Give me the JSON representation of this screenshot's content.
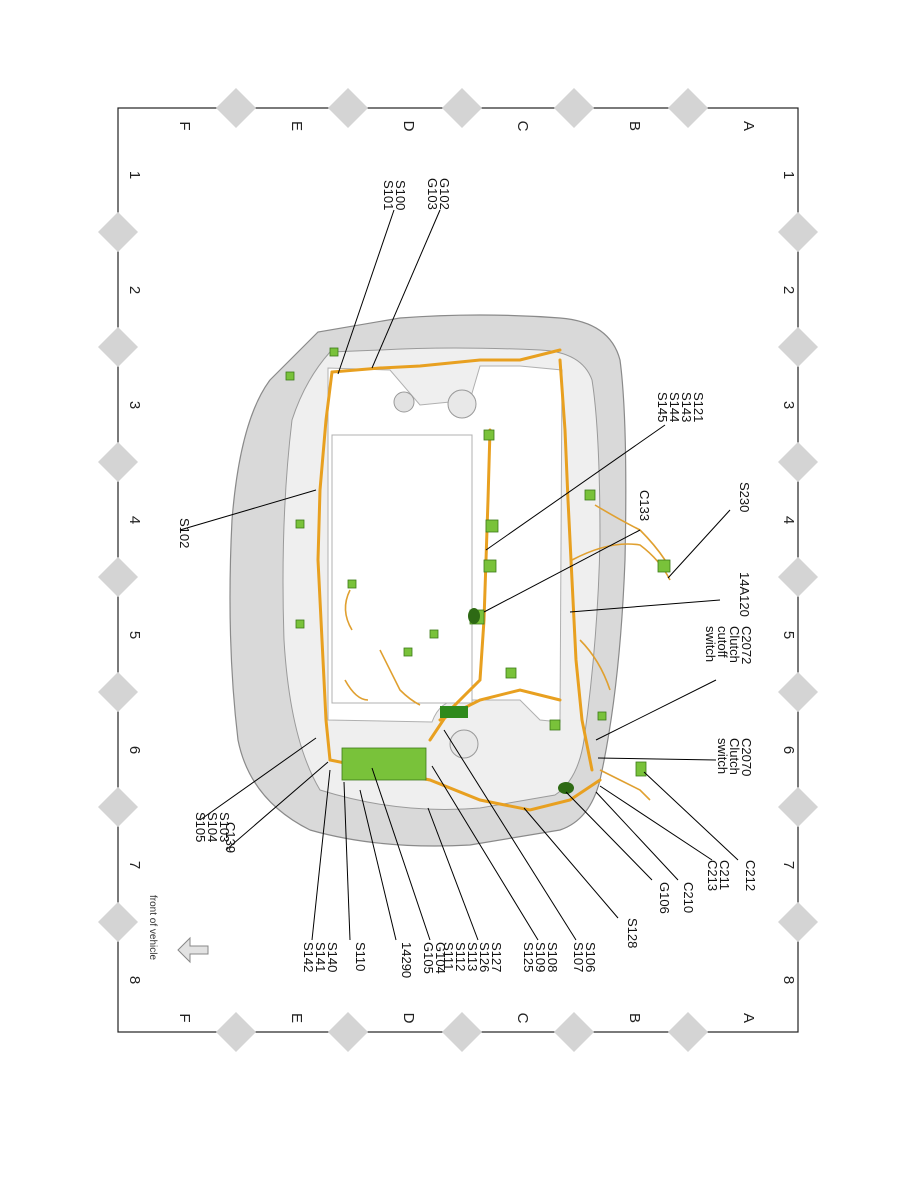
{
  "grid": {
    "row_letters": [
      "A",
      "B",
      "C",
      "D",
      "E",
      "F"
    ],
    "column_numbers": [
      "1",
      "2",
      "3",
      "4",
      "5",
      "6",
      "7",
      "8"
    ]
  },
  "front_label": "front of vehicle",
  "callouts": [
    {
      "id": "g102",
      "lines": [
        "G102",
        "G103"
      ]
    },
    {
      "id": "s100",
      "lines": [
        "S100",
        "S101"
      ]
    },
    {
      "id": "s121",
      "lines": [
        "S121",
        "S143",
        "S144",
        "S145"
      ]
    },
    {
      "id": "s230",
      "lines": [
        "S230"
      ]
    },
    {
      "id": "c133",
      "lines": [
        "C133"
      ]
    },
    {
      "id": "s102",
      "lines": [
        "S102"
      ]
    },
    {
      "id": "14a120",
      "lines": [
        "14A120"
      ]
    },
    {
      "id": "c2072",
      "lines": [
        "C2072",
        "Clutch",
        "cutoff",
        "switch"
      ]
    },
    {
      "id": "c2070",
      "lines": [
        "C2070",
        "Clutch",
        "switch"
      ]
    },
    {
      "id": "s103",
      "lines": [
        "S103",
        "S104",
        "S105"
      ]
    },
    {
      "id": "c139",
      "lines": [
        "C139"
      ]
    },
    {
      "id": "c212",
      "lines": [
        "C212"
      ]
    },
    {
      "id": "c211",
      "lines": [
        "C211",
        "C213"
      ]
    },
    {
      "id": "c210",
      "lines": [
        "C210"
      ]
    },
    {
      "id": "g106",
      "lines": [
        "G106"
      ]
    },
    {
      "id": "s128",
      "lines": [
        "S128"
      ]
    },
    {
      "id": "s106",
      "lines": [
        "S106",
        "S107"
      ]
    },
    {
      "id": "s108",
      "lines": [
        "S108",
        "S109",
        "S125"
      ]
    },
    {
      "id": "s127",
      "lines": [
        "S127",
        "S126",
        "S113",
        "S112",
        "S111"
      ]
    },
    {
      "id": "g104",
      "lines": [
        "G104",
        "G105"
      ]
    },
    {
      "id": "14290",
      "lines": [
        "14290"
      ]
    },
    {
      "id": "s110",
      "lines": [
        "S110"
      ]
    },
    {
      "id": "s140",
      "lines": [
        "S140",
        "S141",
        "S142"
      ]
    }
  ],
  "colors": {
    "wire": "#e8a020",
    "connector": "#79c23a",
    "body": "#d9d9d9",
    "grid_diamond": "#d4d4d4"
  }
}
